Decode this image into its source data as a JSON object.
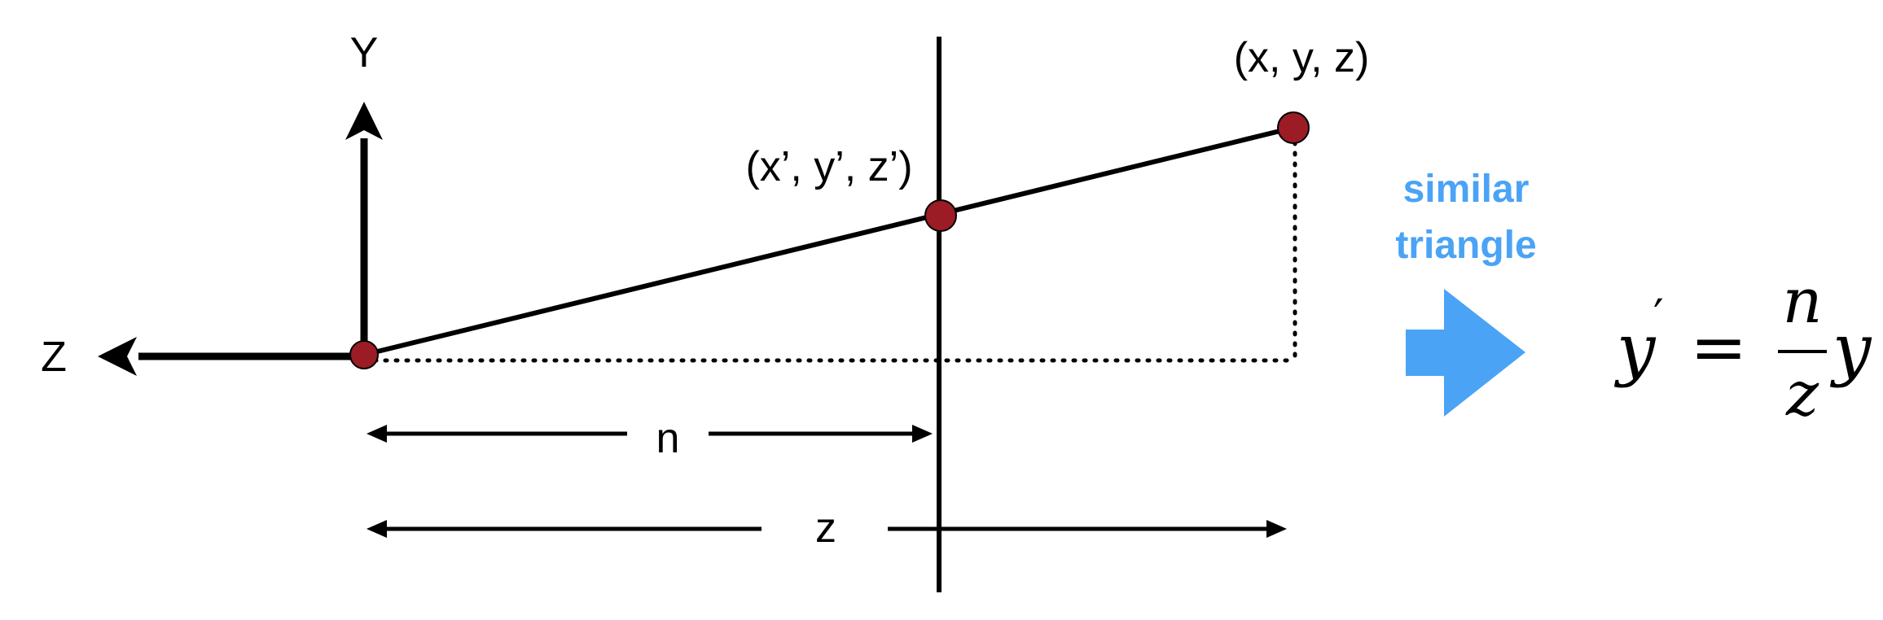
{
  "axes": {
    "y_label": "Y",
    "z_label": "Z"
  },
  "points": {
    "far_point_label": "(x, y, z)",
    "projected_point_label": "(x’, y’, z’)"
  },
  "dimensions": {
    "near_distance_label": "n",
    "depth_label": "z"
  },
  "annotation": {
    "line_1": "similar",
    "line_2": "triangle"
  },
  "formula": {
    "lhs": "y",
    "prime": "′",
    "equals": "=",
    "numerator": "n",
    "denominator": "z",
    "rhs": "y"
  },
  "colors": {
    "ink": "#000000",
    "point_fill": "#9b1c24",
    "accent": "#4aa3f5"
  }
}
